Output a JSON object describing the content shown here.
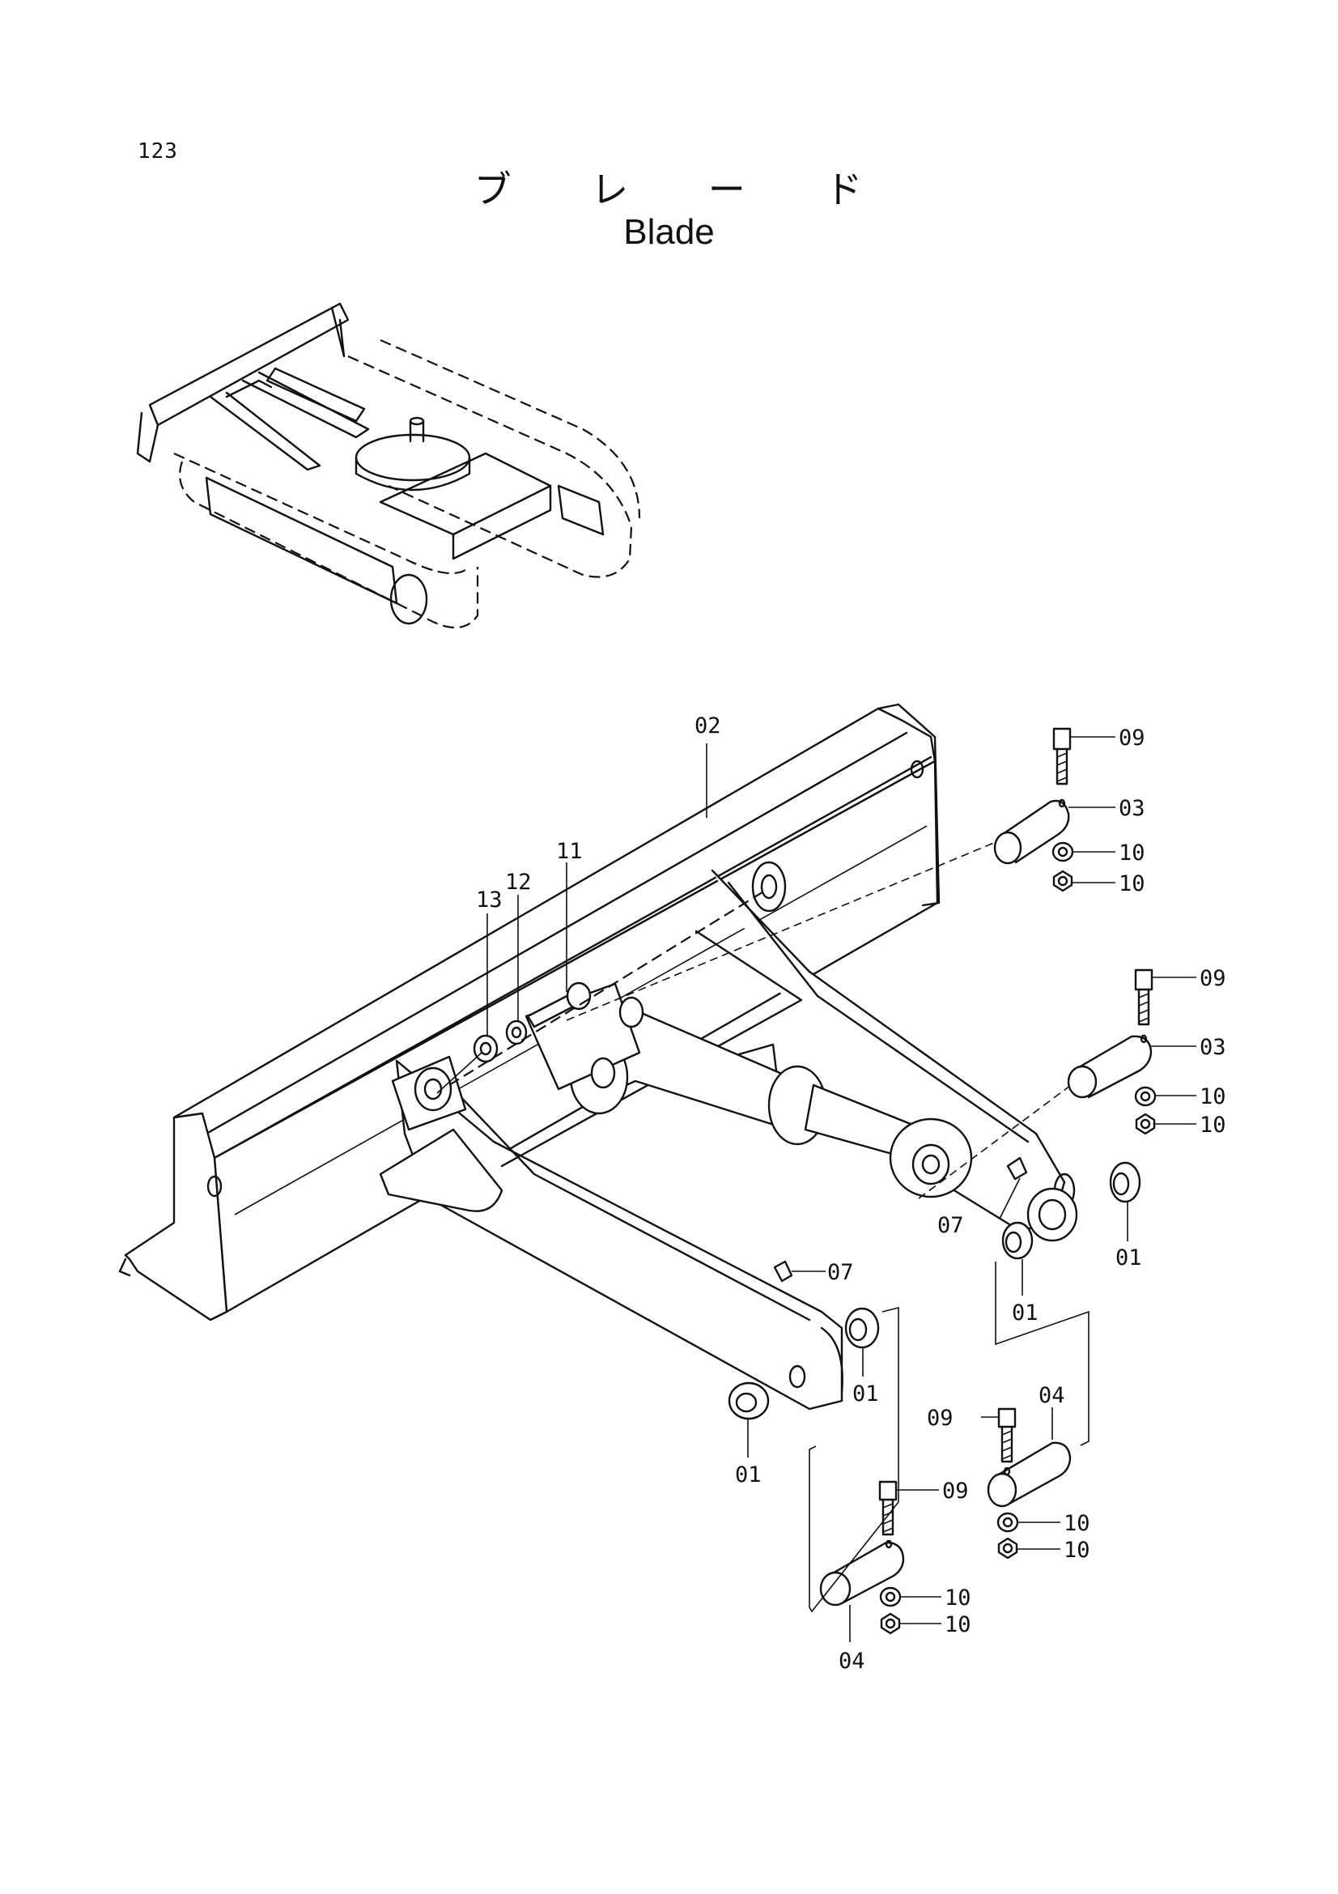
{
  "page_number": "123",
  "title_jp": "ブ レ ー ド",
  "title_en": "Blade",
  "part_labels": {
    "p02": "02",
    "p03a": "03",
    "p03b": "03",
    "p09a": "09",
    "p09b": "09",
    "p09c": "09",
    "p09d": "09",
    "p10a": "10",
    "p10b": "10",
    "p10c": "10",
    "p10d": "10",
    "p10e": "10",
    "p10f": "10",
    "p10g": "10",
    "p10h": "10",
    "p11": "11",
    "p12": "12",
    "p13": "13",
    "p07a": "07",
    "p07b": "07",
    "p01a": "01",
    "p01b": "01",
    "p01c": "01",
    "p01d": "01",
    "p04a": "04",
    "p04b": "04"
  }
}
